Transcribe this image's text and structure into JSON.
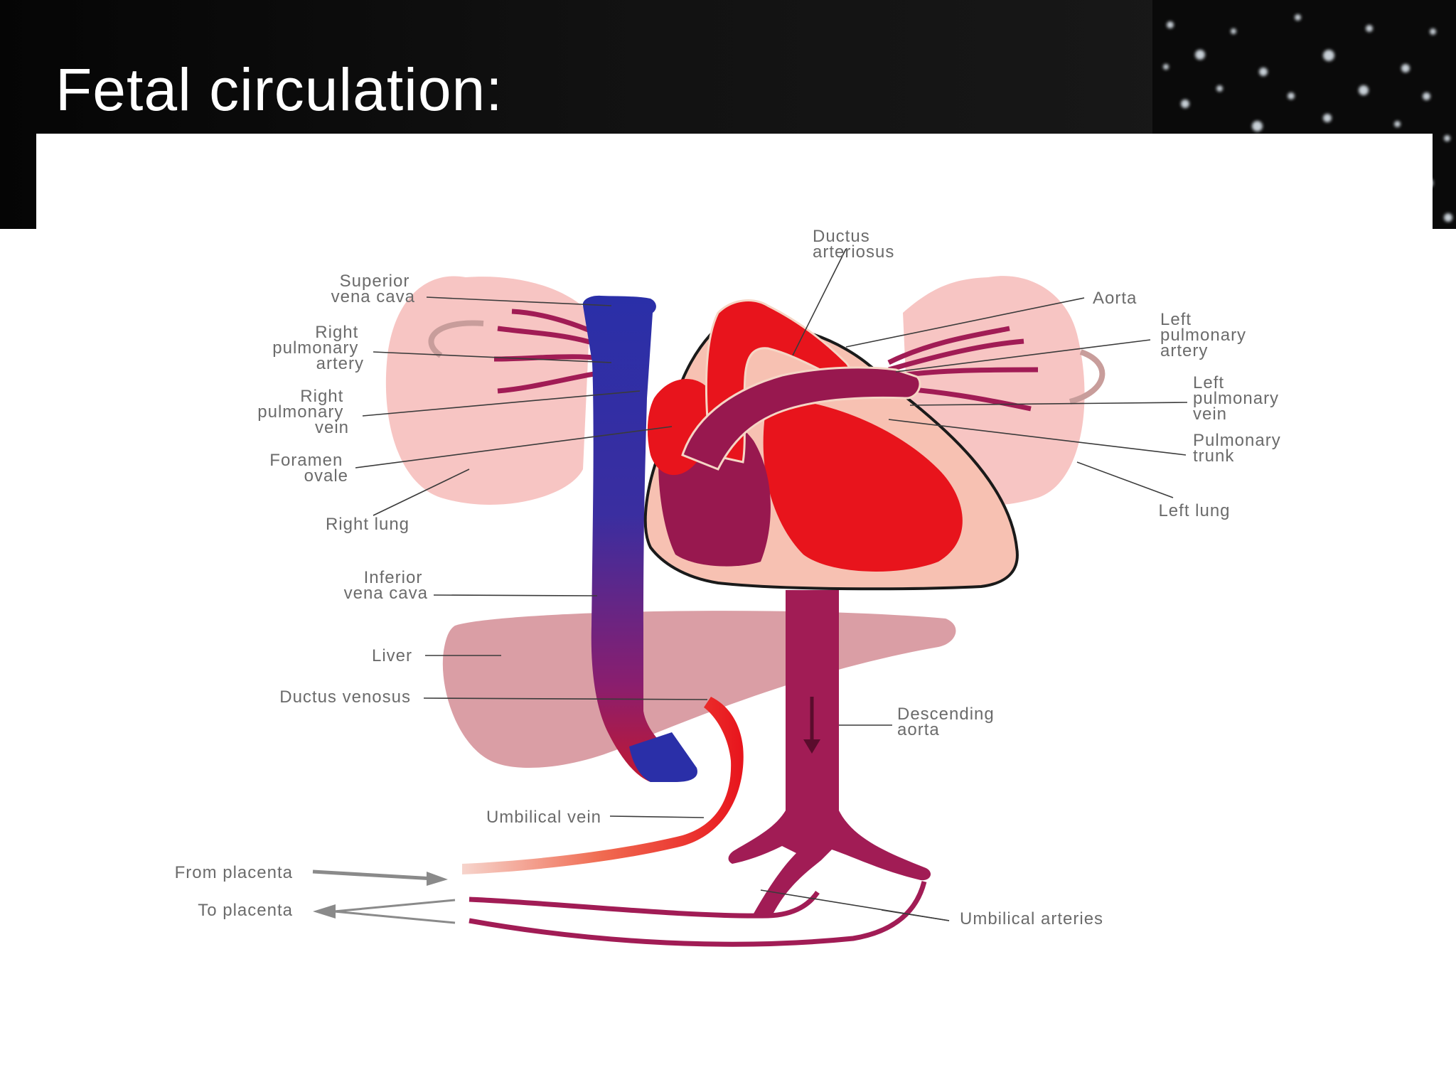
{
  "slide": {
    "title": "Fetal circulation:"
  },
  "colors": {
    "oxygenated": "#e8141c",
    "deoxygenated": "#2b2fa8",
    "mixed": "#98184f",
    "lung": "#f7c5c3",
    "liver": "#d48d95",
    "header_bg": "#111111",
    "label_text": "#6b6b6b"
  },
  "diagram": {
    "labels": {
      "ductus_arteriosus": [
        "Ductus",
        "arteriosus"
      ],
      "superior_vena_cava": [
        "Superior",
        "vena cava"
      ],
      "right_pulmonary_artery": [
        "Right",
        "pulmonary",
        "artery"
      ],
      "right_pulmonary_vein": [
        "Right",
        "pulmonary",
        "vein"
      ],
      "foramen_ovale": [
        "Foramen",
        "ovale"
      ],
      "right_lung": [
        "Right lung"
      ],
      "inferior_vena_cava": [
        "Inferior",
        "vena cava"
      ],
      "liver": [
        "Liver"
      ],
      "ductus_venosus": [
        "Ductus venosus"
      ],
      "umbilical_vein": [
        "Umbilical vein"
      ],
      "from_placenta": [
        "From placenta"
      ],
      "to_placenta": [
        "To placenta"
      ],
      "aorta": [
        "Aorta"
      ],
      "left_pulmonary_artery": [
        "Left",
        "pulmonary",
        "artery"
      ],
      "left_pulmonary_vein": [
        "Left",
        "pulmonary",
        "vein"
      ],
      "pulmonary_trunk": [
        "Pulmonary",
        "trunk"
      ],
      "left_lung": [
        "Left lung"
      ],
      "descending_aorta": [
        "Descending",
        "aorta"
      ],
      "umbilical_arteries": [
        "Umbilical arteries"
      ]
    }
  }
}
